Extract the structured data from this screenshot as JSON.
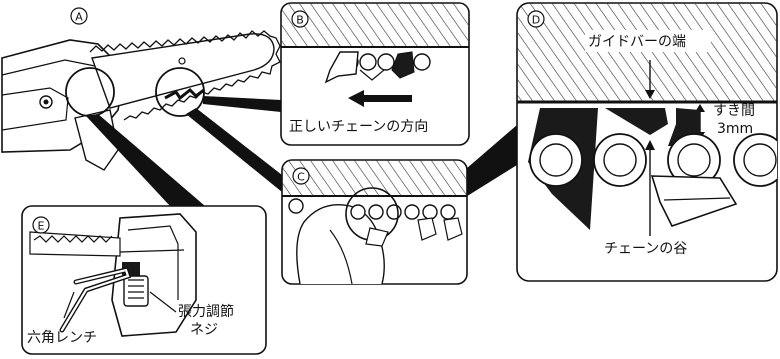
{
  "panels": {
    "A": {
      "letter": "A"
    },
    "B": {
      "letter": "B",
      "direction_label": "正しいチェーンの方向"
    },
    "C": {
      "letter": "C"
    },
    "D": {
      "letter": "D",
      "guide_bar_edge_label": "ガイドバーの端",
      "gap_label": "すき間",
      "gap_value": "3mm",
      "chain_valley_label": "チェーンの谷"
    },
    "E": {
      "letter": "E",
      "hex_wrench_label": "六角レンチ",
      "tension_screw_label_line1": "張力調節",
      "tension_screw_label_line2": "ネジ"
    }
  },
  "colors": {
    "ink": "#111111",
    "paper": "#ffffff",
    "hatch": "#333333",
    "cutter_fill": "#1a1a1a",
    "light_fill": "#e6e6e6"
  },
  "icons": {
    "circled_letters": "circled-letter",
    "arrow": "left-arrow",
    "down_arrow": "down-arrow",
    "gap_arrows": "double-arrow"
  }
}
